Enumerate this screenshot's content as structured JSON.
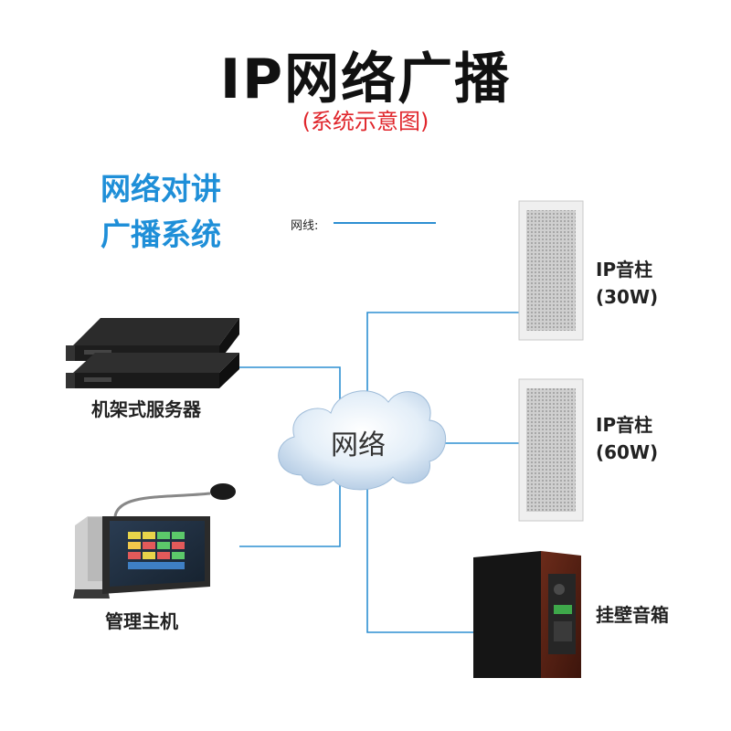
{
  "header": {
    "title": "IP网络广播",
    "subtitle": "(系统示意图)"
  },
  "system": {
    "line1": "网络对讲",
    "line2": "广播系统"
  },
  "legend": {
    "label": "网线:",
    "line_color": "#2d8fd2"
  },
  "cloud": {
    "label": "网络"
  },
  "devices": {
    "server": {
      "label": "机架式服务器"
    },
    "host": {
      "label": "管理主机"
    },
    "column_30w": {
      "name": "IP音柱",
      "power": "(30W)"
    },
    "column_60w": {
      "name": "IP音柱",
      "power": "(60W)"
    },
    "wall_speaker": {
      "label": "挂壁音箱"
    }
  },
  "colors": {
    "title": "#111111",
    "subtitle": "#e0252b",
    "system_title": "#1f8fd8",
    "wire": "#2d8fd2"
  }
}
